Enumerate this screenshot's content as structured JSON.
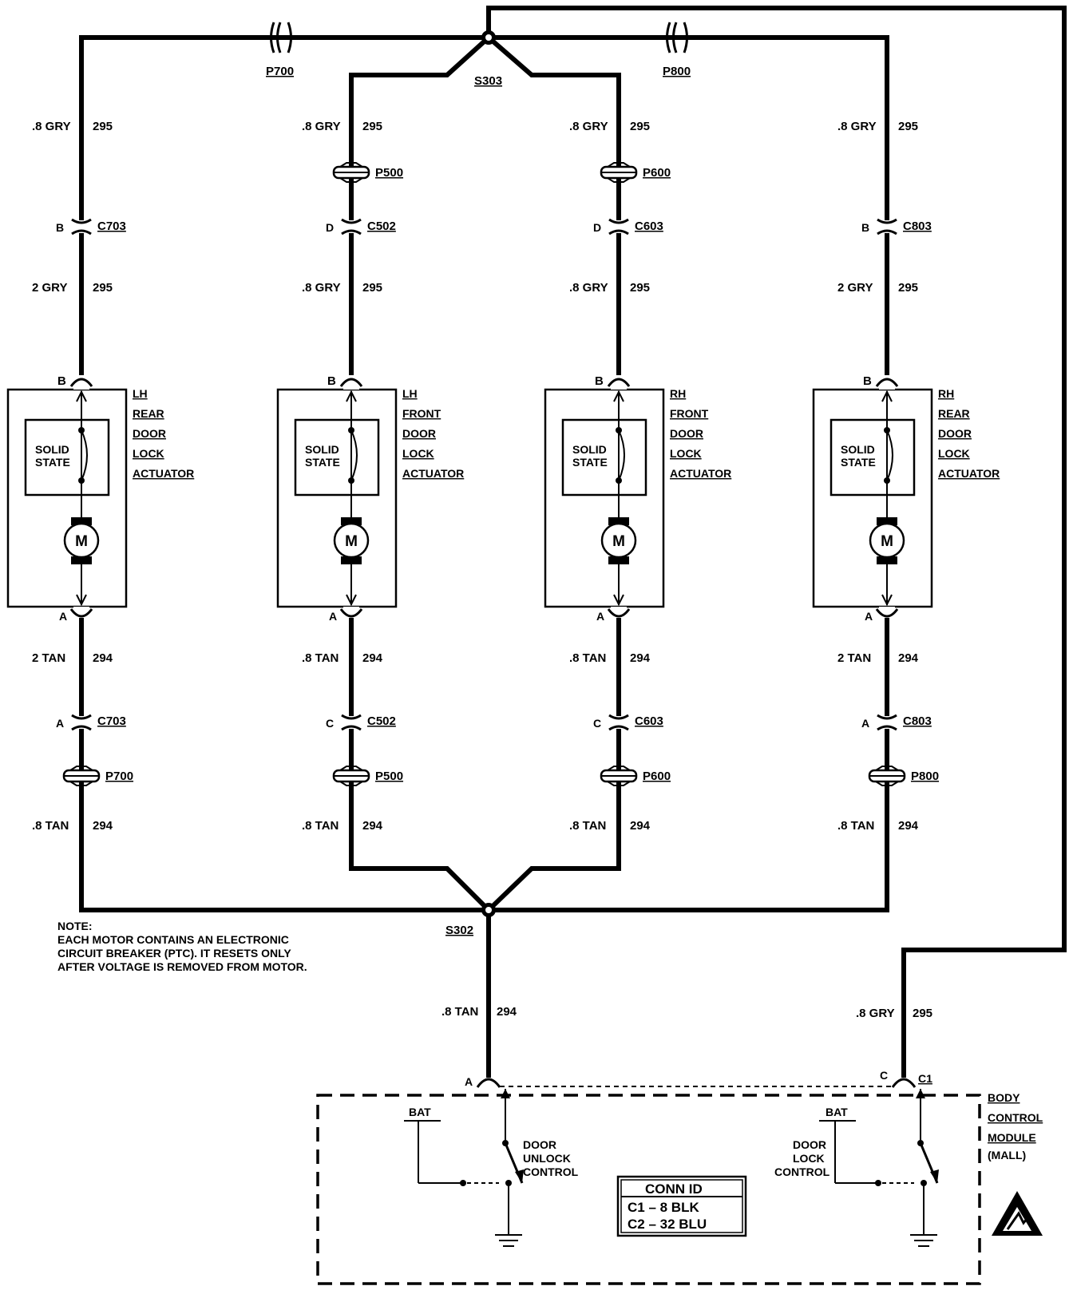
{
  "splices": {
    "top": "S303",
    "bottom": "S302"
  },
  "top_connectors": {
    "left": "P700",
    "right": "P800"
  },
  "actuators": [
    {
      "label_lines": [
        "LH",
        "REAR",
        "DOOR",
        "LOCK",
        "ACTUATOR"
      ],
      "solid_state": [
        "SOLID",
        "STATE"
      ],
      "motor": "M",
      "pin_b": "B",
      "pin_a": "A",
      "upper_wire_top": {
        "gauge": ".8 GRY",
        "circuit": "295"
      },
      "upper_pass": null,
      "upper_conn": {
        "pin": "B",
        "name": "C703"
      },
      "upper_wire_bottom": {
        "gauge": "2 GRY",
        "circuit": "295"
      },
      "lower_wire_top": {
        "gauge": "2 TAN",
        "circuit": "294"
      },
      "lower_conn": {
        "pin": "A",
        "name": "C703"
      },
      "lower_pass": "P700",
      "lower_wire_bottom": {
        "gauge": ".8 TAN",
        "circuit": "294"
      }
    },
    {
      "label_lines": [
        "LH",
        "FRONT",
        "DOOR",
        "LOCK",
        "ACTUATOR"
      ],
      "solid_state": [
        "SOLID",
        "STATE"
      ],
      "motor": "M",
      "pin_b": "B",
      "pin_a": "A",
      "upper_wire_top": {
        "gauge": ".8 GRY",
        "circuit": "295"
      },
      "upper_pass": "P500",
      "upper_conn": {
        "pin": "D",
        "name": "C502"
      },
      "upper_wire_bottom": {
        "gauge": ".8 GRY",
        "circuit": "295"
      },
      "lower_wire_top": {
        "gauge": ".8 TAN",
        "circuit": "294"
      },
      "lower_conn": {
        "pin": "C",
        "name": "C502"
      },
      "lower_pass": "P500",
      "lower_wire_bottom": {
        "gauge": ".8 TAN",
        "circuit": "294"
      }
    },
    {
      "label_lines": [
        "RH",
        "FRONT",
        "DOOR",
        "LOCK",
        "ACTUATOR"
      ],
      "solid_state": [
        "SOLID",
        "STATE"
      ],
      "motor": "M",
      "pin_b": "B",
      "pin_a": "A",
      "upper_wire_top": {
        "gauge": ".8 GRY",
        "circuit": "295"
      },
      "upper_pass": "P600",
      "upper_conn": {
        "pin": "D",
        "name": "C603"
      },
      "upper_wire_bottom": {
        "gauge": ".8 GRY",
        "circuit": "295"
      },
      "lower_wire_top": {
        "gauge": ".8 TAN",
        "circuit": "294"
      },
      "lower_conn": {
        "pin": "C",
        "name": "C603"
      },
      "lower_pass": "P600",
      "lower_wire_bottom": {
        "gauge": ".8 TAN",
        "circuit": "294"
      }
    },
    {
      "label_lines": [
        "RH",
        "REAR",
        "DOOR",
        "LOCK",
        "ACTUATOR"
      ],
      "solid_state": [
        "SOLID",
        "STATE"
      ],
      "motor": "M",
      "pin_b": "B",
      "pin_a": "A",
      "upper_wire_top": {
        "gauge": ".8 GRY",
        "circuit": "295"
      },
      "upper_pass": null,
      "upper_conn": {
        "pin": "B",
        "name": "C803"
      },
      "upper_wire_bottom": {
        "gauge": "2 GRY",
        "circuit": "295"
      },
      "lower_wire_top": {
        "gauge": "2 TAN",
        "circuit": "294"
      },
      "lower_conn": {
        "pin": "A",
        "name": "C803"
      },
      "lower_pass": "P800",
      "lower_wire_bottom": {
        "gauge": ".8 TAN",
        "circuit": "294"
      }
    }
  ],
  "note": [
    "NOTE:",
    "EACH MOTOR CONTAINS AN ELECTRONIC",
    "CIRCUIT BREAKER (PTC). IT RESETS ONLY",
    "AFTER VOLTAGE IS REMOVED FROM MOTOR."
  ],
  "bcm_feed_left": {
    "gauge": ".8 TAN",
    "circuit": "294",
    "pin": "A"
  },
  "bcm_feed_right": {
    "gauge": ".8 GRY",
    "circuit": "295",
    "pin": "C",
    "conn": "C1"
  },
  "bcm": {
    "label_lines": [
      "BODY",
      "CONTROL",
      "MODULE",
      "(MALL)"
    ],
    "bat_left": "BAT",
    "bat_right": "BAT",
    "unlock_lines": [
      "DOOR",
      "UNLOCK",
      "CONTROL"
    ],
    "lock_lines": [
      "DOOR",
      "LOCK",
      "CONTROL"
    ],
    "conn_id_title": "CONN ID",
    "conn_id_rows": [
      "C1  –  8 BLK",
      "C2  –  32 BLU"
    ]
  }
}
